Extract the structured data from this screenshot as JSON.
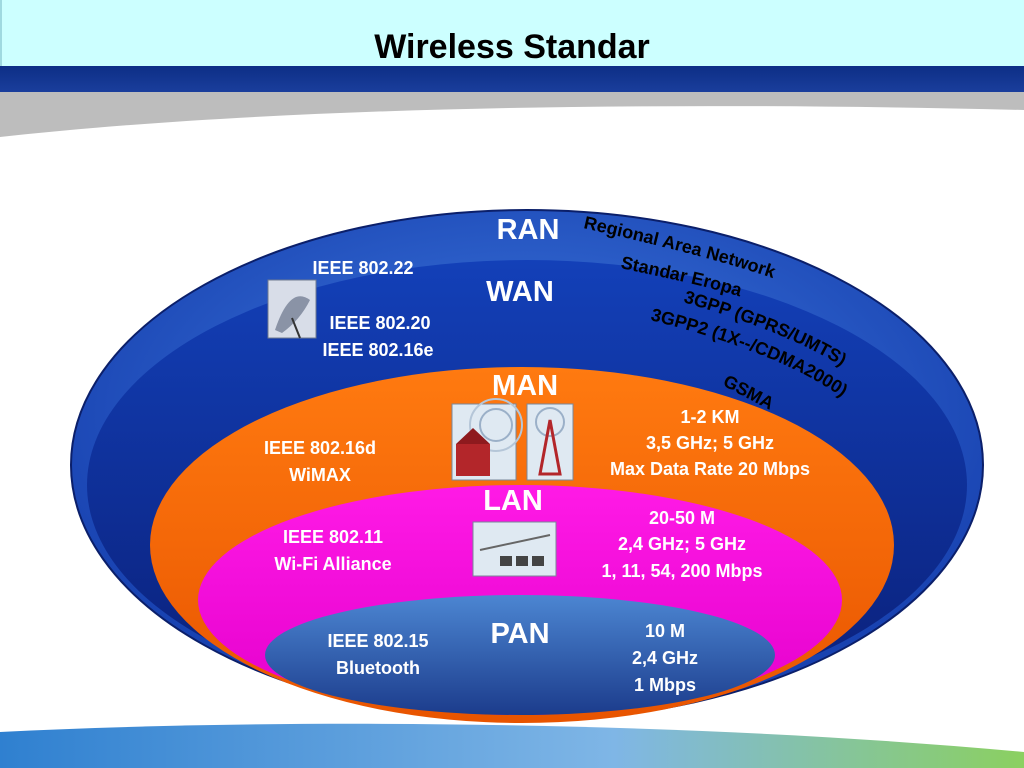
{
  "title": "Wireless Standar",
  "layers": {
    "ran": {
      "name": "RAN",
      "std": "IEEE 802.22",
      "notes": [
        "Regional Area Network",
        "Standar Eropa",
        "3GPP (GPRS/UMTS)",
        "3GPP2 (1X--/CDMA2000)",
        "GSMA"
      ]
    },
    "wan": {
      "name": "WAN",
      "std_lines": [
        "IEEE 802.20",
        "IEEE 802.16e"
      ]
    },
    "man": {
      "name": "MAN",
      "std_lines": [
        "IEEE 802.16d",
        "WiMAX"
      ],
      "spec_lines": [
        "1-2 KM",
        "3,5 GHz; 5 GHz",
        "Max Data Rate 20 Mbps"
      ]
    },
    "lan": {
      "name": "LAN",
      "std_lines": [
        "IEEE 802.11",
        "Wi-Fi Alliance"
      ],
      "spec_lines": [
        "20-50 M",
        "2,4 GHz; 5 GHz",
        "1, 11, 54, 200 Mbps"
      ]
    },
    "pan": {
      "name": "PAN",
      "std_lines": [
        "IEEE 802.15",
        "Bluetooth"
      ],
      "spec_lines": [
        "10 M",
        "2,4 GHz",
        "1 Mbps"
      ]
    }
  },
  "colors": {
    "ran": "#2a5fd0",
    "wan": "#0f2fa8",
    "man": "#ff6600",
    "lan": "#ff00dd",
    "pan": "#3a78c8"
  }
}
